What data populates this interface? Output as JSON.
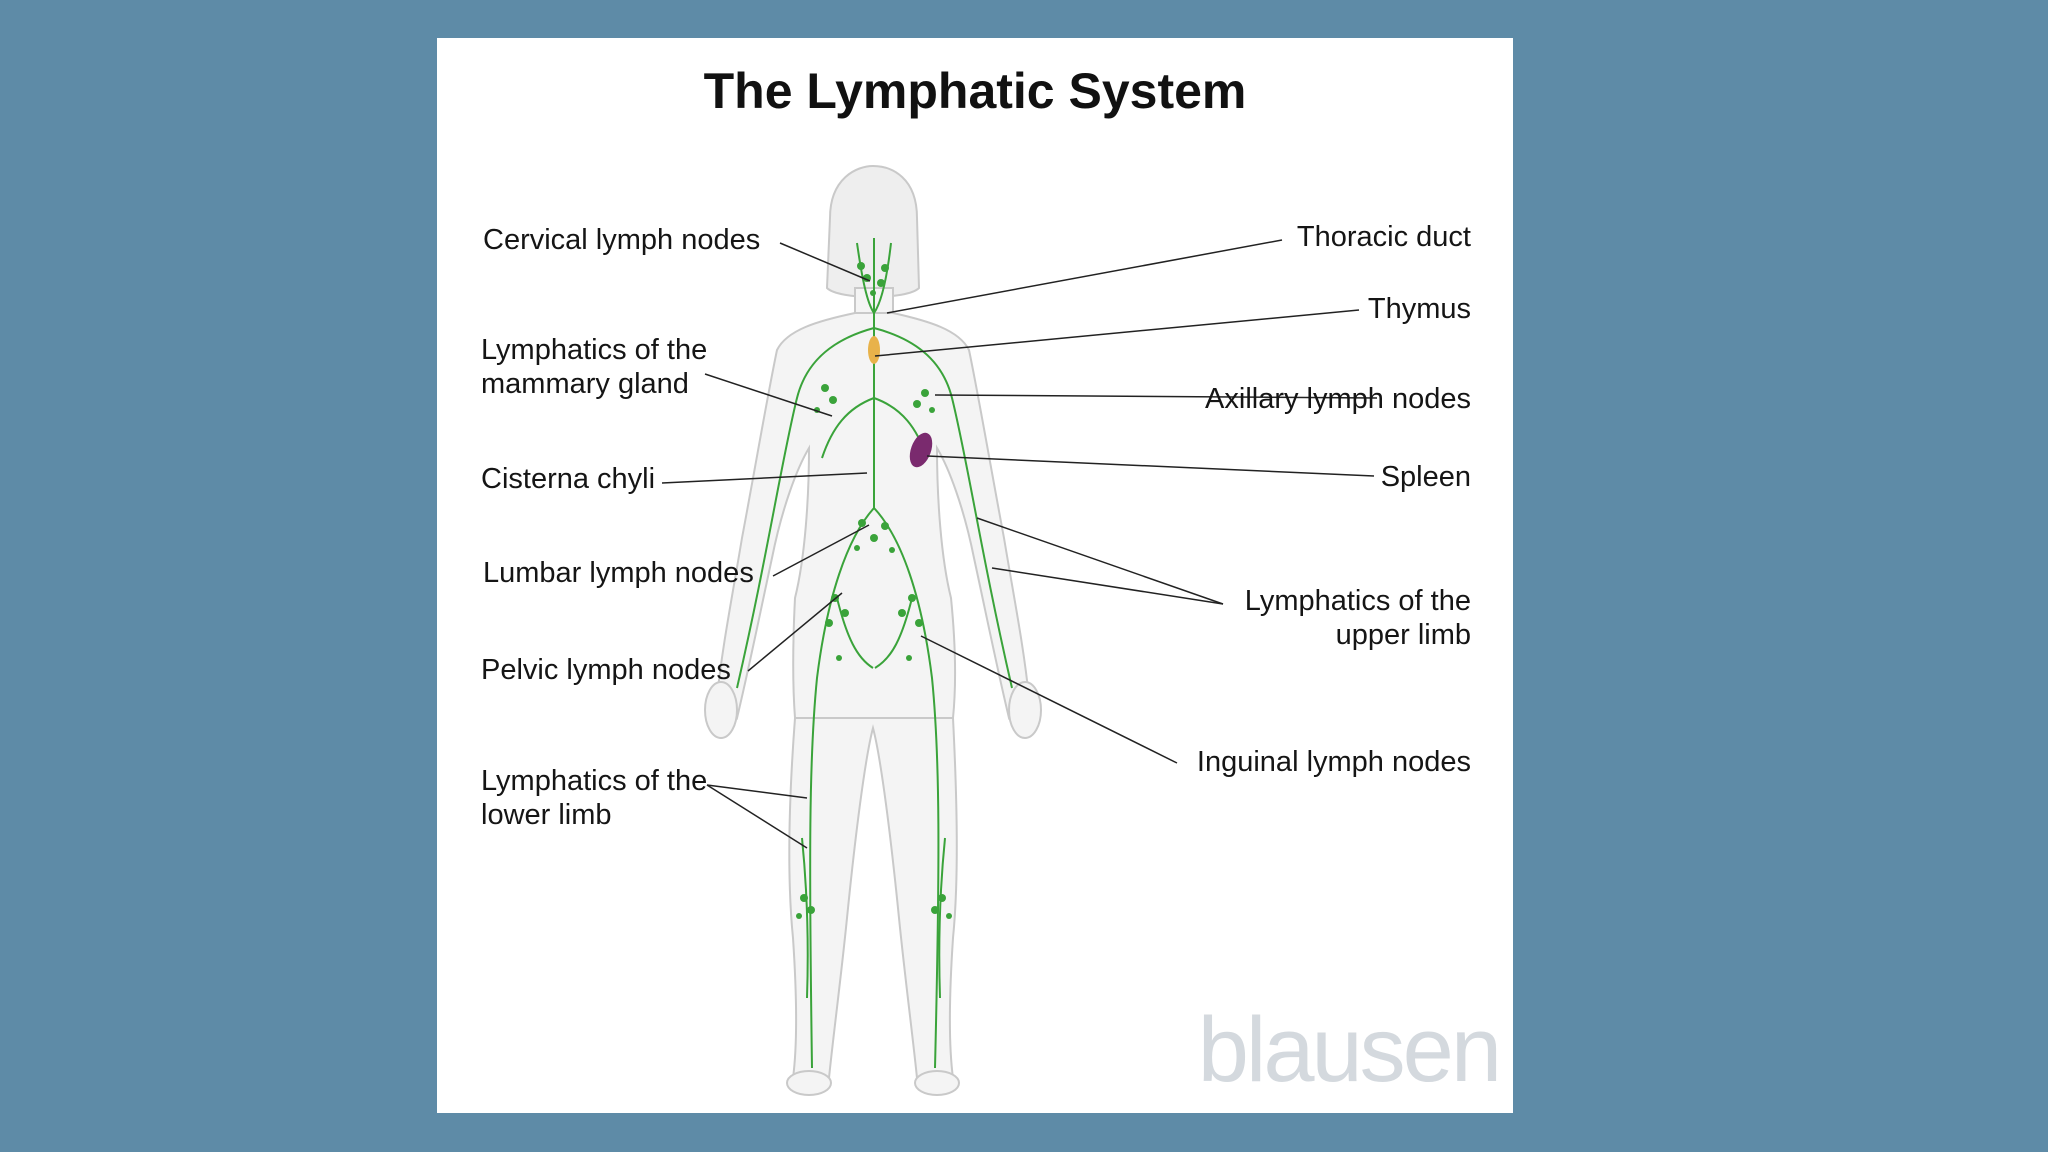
{
  "title": "The Lymphatic System",
  "labels_left": [
    {
      "id": "cervical",
      "text": "Cervical lymph nodes"
    },
    {
      "id": "mammary",
      "text": "Lymphatics of the\nmammary gland"
    },
    {
      "id": "cisterna",
      "text": "Cisterna chyli"
    },
    {
      "id": "lumbar",
      "text": "Lumbar lymph nodes"
    },
    {
      "id": "pelvic",
      "text": "Pelvic lymph nodes"
    },
    {
      "id": "lowerlimb",
      "text": "Lymphatics of the\nlower limb"
    }
  ],
  "labels_right": [
    {
      "id": "thoracic",
      "text": "Thoracic duct"
    },
    {
      "id": "thymus",
      "text": "Thymus"
    },
    {
      "id": "axillary",
      "text": "Axillary lymph nodes"
    },
    {
      "id": "spleen",
      "text": "Spleen"
    },
    {
      "id": "upperlimb",
      "text": "Lymphatics of the\nupper limb"
    },
    {
      "id": "inguinal",
      "text": "Inguinal lymph nodes"
    }
  ],
  "watermark": "blausen",
  "colors": {
    "background": "#5e8ba7",
    "panel": "#ffffff",
    "lymph": "#3aa33a",
    "spleen": "#7a2a6e",
    "thymus": "#e8b24a",
    "body_outline": "#c9c9c9"
  }
}
